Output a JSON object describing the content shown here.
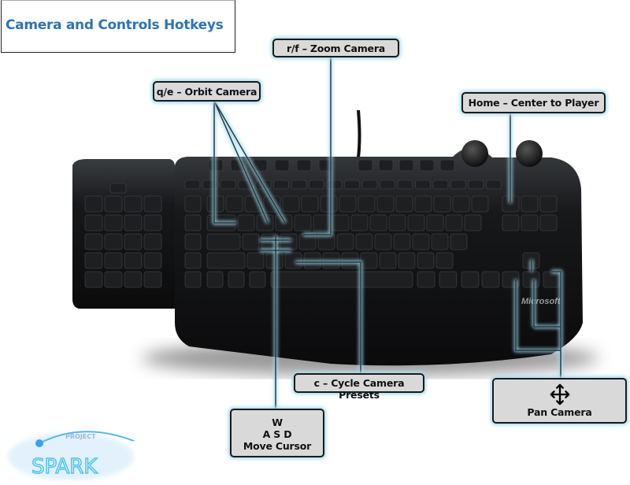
{
  "title": "Camera and Controls Hotkeys",
  "callouts": {
    "zoom": "r/f – Zoom Camera",
    "orbit": "q/e – Orbit Camera",
    "home": "Home – Center to Player",
    "cycle": "c – Cycle Camera Presets",
    "move_line1": "W",
    "move_line2": "A S D",
    "move_line3": "Move Cursor",
    "pan": "Pan Camera"
  },
  "icons": {
    "pan": "four-way-arrow-icon"
  },
  "keyboard": {
    "brand": "Microsoft"
  },
  "logo": {
    "small": "PROJECT",
    "big": "SPARK"
  },
  "colors": {
    "title": "#2e74b5",
    "glow": "#9fdcf0",
    "callout_bg": "#d9d9d9",
    "key_legend": "#c0303a"
  }
}
